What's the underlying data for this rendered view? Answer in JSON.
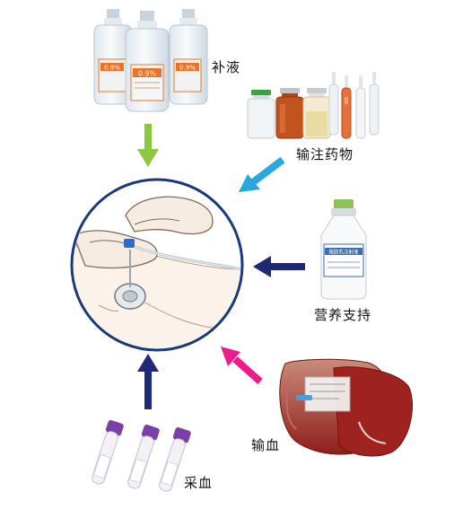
{
  "labels": {
    "infusion": "补液",
    "injection": "输注药物",
    "nutrition": "营养支持",
    "transfusion": "输血",
    "sampling": "采血"
  },
  "items": {
    "saline_label": "0.9%",
    "nutrition_bottle_label": "脂肪乳注射液"
  },
  "colors": {
    "arrow_infusion": "#8dc63f",
    "arrow_injection": "#29a8e0",
    "arrow_nutrition": "#1e2a78",
    "arrow_transfusion": "#ec1c8c",
    "arrow_sampling": "#1e2a78",
    "circle_border": "#1b3a7a"
  },
  "icons": [
    "saline-bottles-icon",
    "injection-vials-icon",
    "nutrition-bottle-icon",
    "blood-bags-icon",
    "blood-tubes-icon",
    "port-catheter-hand-icon"
  ]
}
